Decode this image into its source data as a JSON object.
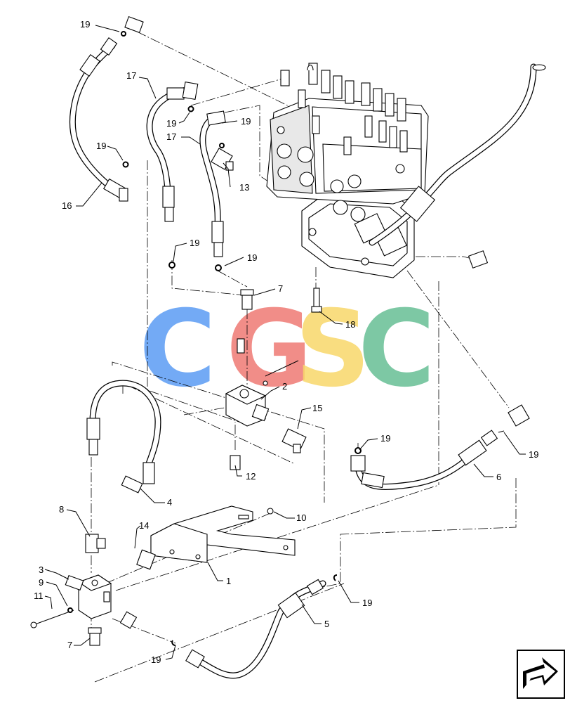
{
  "labels": {
    "l19a": "19",
    "l17a": "17",
    "l19b": "19",
    "l19c": "19",
    "l17b": "17",
    "l19d": "19",
    "l16": "16",
    "l13": "13",
    "l19e": "19",
    "l19f": "19",
    "l7a": "7",
    "l18": "18",
    "l2": "2",
    "l15": "15",
    "l19g": "19",
    "l19h": "19",
    "l12": "12",
    "l6": "6",
    "l4": "4",
    "l10": "10",
    "l8": "8",
    "l14": "14",
    "l1": "1",
    "l3": "3",
    "l9": "9",
    "l11": "11",
    "l19i": "19",
    "l5": "5",
    "l7b": "7",
    "l19j": "19"
  },
  "watermark": {
    "letters": [
      "C",
      "G",
      "S",
      "C"
    ],
    "colors": [
      "#5b9cf4",
      "#ef7a74",
      "#f8d86a",
      "#67bf95"
    ]
  }
}
